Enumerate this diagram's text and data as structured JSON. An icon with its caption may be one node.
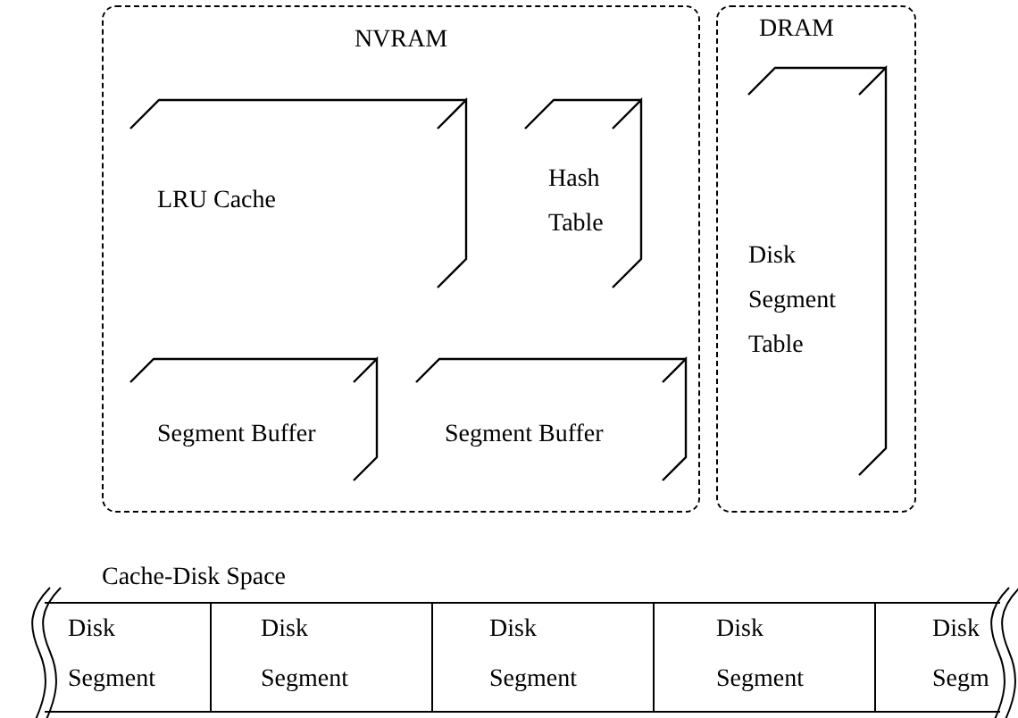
{
  "diagram": {
    "nodes": [
      {
        "text": [
          "NVRAM"
        ]
      },
      {
        "text": [
          "LRU Cache"
        ],
        "in": 0
      },
      {
        "text": [
          "Hash Table"
        ],
        "in": 0
      },
      {
        "text": [
          "Segment Buffer"
        ],
        "in": 0
      },
      {
        "text": [
          "Segment Buffer"
        ],
        "in": 0
      },
      {
        "text": [
          "DRAM"
        ]
      },
      {
        "text": [
          "Disk Segment Table"
        ],
        "in": 5
      },
      {
        "text": [
          "Cache-Disk Space"
        ]
      },
      {
        "text": [
          "Disk Segment"
        ],
        "in": 7
      },
      {
        "text": [
          "Disk Segment"
        ],
        "in": 7
      },
      {
        "text": [
          "Disk Segment"
        ],
        "in": 7
      },
      {
        "text": [
          "Disk Segment"
        ],
        "in": 7
      },
      {
        "text": [
          "Disk Segm"
        ],
        "in": 7
      }
    ]
  }
}
